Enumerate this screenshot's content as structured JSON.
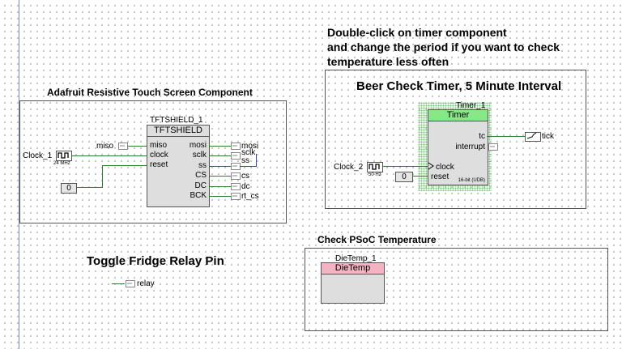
{
  "instructions": {
    "line1": "Double-click on timer component",
    "line2": "and change the period if you want to check",
    "line3": "temperature less often"
  },
  "touch": {
    "title": "Adafruit Resistive Touch Screen Component",
    "instance": "TFTSHIELD_1",
    "header": "TFTSHIELD",
    "left_pins": [
      "miso",
      "clock",
      "reset"
    ],
    "right_pins": [
      "mosi",
      "sclk",
      "ss",
      "CS",
      "DC",
      "BCK"
    ],
    "miso_label": "miso",
    "clock_label": "Clock_1",
    "clock_freq": "24 MHz",
    "const_value": "0",
    "out_labels": [
      "mosi",
      "sclk",
      "ss",
      "cs",
      "dc",
      "rt_cs"
    ]
  },
  "timer": {
    "title": "Beer Check Timer, 5 Minute Interval",
    "instance": "Timer_1",
    "header": "Timer",
    "pin_tc": "tc",
    "pin_interrupt": "interrupt",
    "pin_clock": "clock",
    "pin_reset": "reset",
    "footer": "16-bit (UDB)",
    "tick_label": "tick",
    "clock_label": "Clock_2",
    "clock_freq": "50 Hz",
    "const_value": "0"
  },
  "relay": {
    "title": "Toggle Fridge Relay Pin",
    "pin_label": "relay"
  },
  "dietemp": {
    "title": "Check PSoC Temperature",
    "instance": "DieTemp_1",
    "header": "DieTemp"
  },
  "colors": {
    "timer_header": "#88e888",
    "dietemp_header": "#f3b3c0",
    "wire_green": "#2e7d32",
    "wire_blue": "#3b45c8",
    "block_fill": "#dedede"
  }
}
